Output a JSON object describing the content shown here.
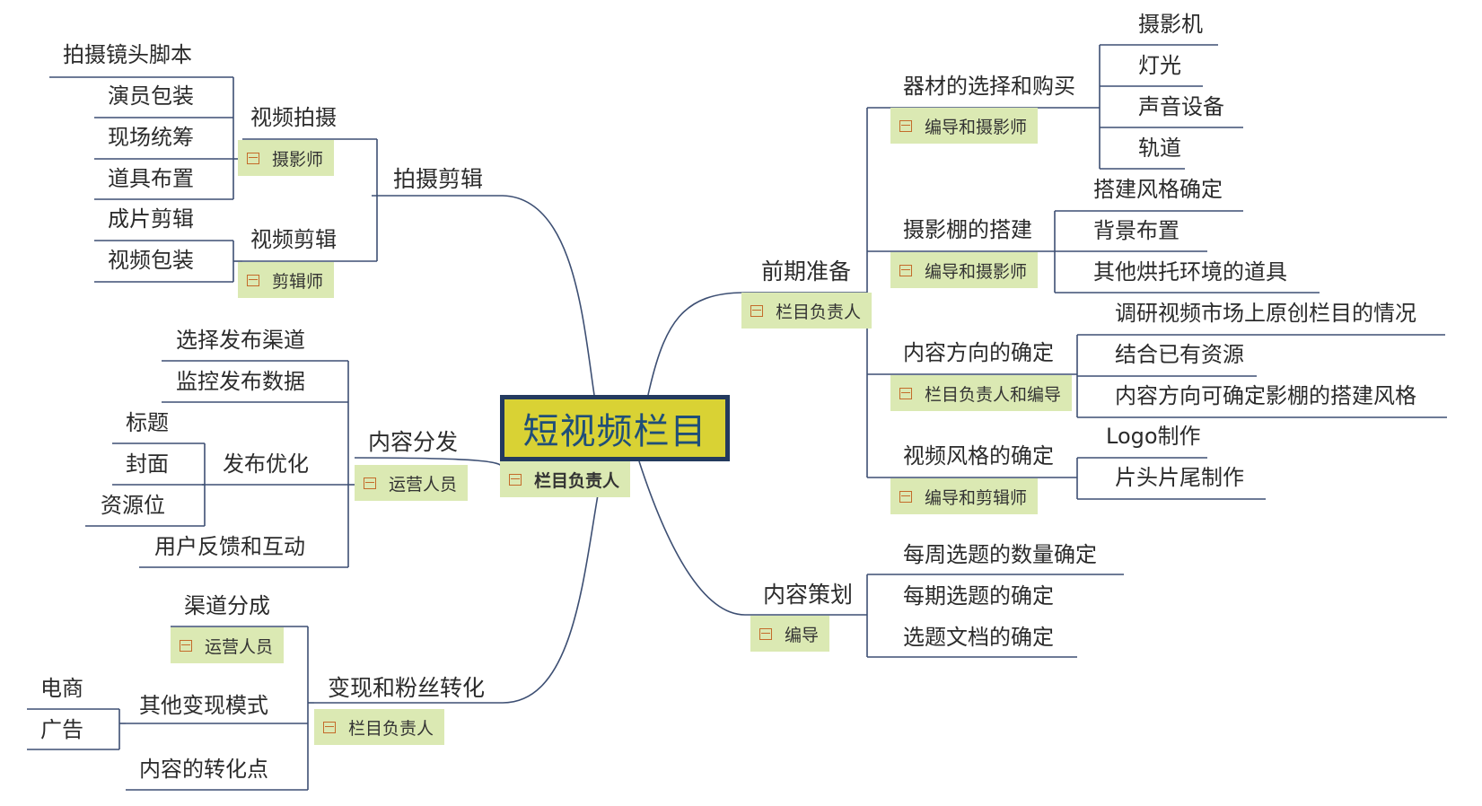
{
  "root": {
    "title": "短视频栏目",
    "owner": "栏目负责人"
  },
  "left": {
    "shoot_edit": {
      "label": "拍摄剪辑",
      "video_shoot": {
        "label": "视频拍摄",
        "owner": "摄影师",
        "items": [
          "拍摄镜头脚本",
          "演员包装",
          "现场统筹",
          "道具布置"
        ]
      },
      "video_edit": {
        "label": "视频剪辑",
        "owner": "剪辑师",
        "items": [
          "成片剪辑",
          "视频包装"
        ]
      }
    },
    "distribution": {
      "label": "内容分发",
      "owner": "运营人员",
      "items": [
        "选择发布渠道",
        "监控发布数据",
        "发布优化",
        "用户反馈和互动"
      ],
      "optimize": [
        "标题",
        "封面",
        "资源位"
      ]
    },
    "monetize": {
      "label": "变现和粉丝转化",
      "owner": "栏目负责人",
      "channel": {
        "label": "渠道分成",
        "owner": "运营人员"
      },
      "other": {
        "label": "其他变现模式",
        "items": [
          "电商",
          "广告"
        ]
      },
      "conversion": "内容的转化点"
    }
  },
  "right": {
    "prep": {
      "label": "前期准备",
      "owner": "栏目负责人",
      "equipment": {
        "label": "器材的选择和购买",
        "owner": "编导和摄影师",
        "items": [
          "摄影机",
          "灯光",
          "声音设备",
          "轨道"
        ]
      },
      "studio": {
        "label": "摄影棚的搭建",
        "owner": "编导和摄影师",
        "items": [
          "搭建风格确定",
          "背景布置",
          "其他烘托环境的道具"
        ]
      },
      "direction": {
        "label": "内容方向的确定",
        "owner": "栏目负责人和编导",
        "items": [
          "调研视频市场上原创栏目的情况",
          "结合已有资源",
          "内容方向可确定影棚的搭建风格"
        ]
      },
      "style": {
        "label": "视频风格的确定",
        "owner": "编导和剪辑师",
        "items": [
          "Logo制作",
          "片头片尾制作"
        ]
      }
    },
    "planning": {
      "label": "内容策划",
      "owner": "编导",
      "items": [
        "每周选题的数量确定",
        "每期选题的确定",
        "选题文档的确定"
      ]
    }
  },
  "colors": {
    "line": "#3d4f73",
    "tag_bg": "#dbe9b3",
    "root_fill": "#d9d234",
    "root_border": "#233a5e",
    "root_text": "#1f4e79"
  }
}
